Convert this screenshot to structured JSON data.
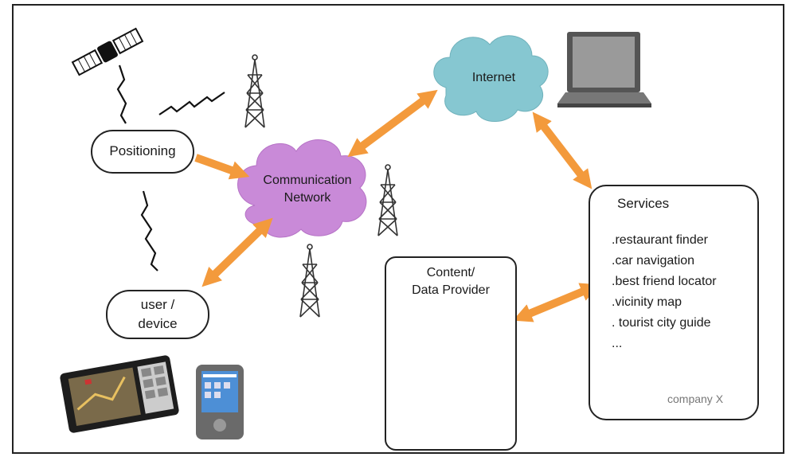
{
  "nodes": {
    "positioning": {
      "label": "Positioning"
    },
    "user_device": {
      "line1": "user /",
      "line2": "device"
    },
    "communication_network": {
      "line1": "Communication",
      "line2": "Network"
    },
    "internet": {
      "label": "Internet"
    },
    "content_provider": {
      "line1": "Content/",
      "line2": "Data Provider"
    },
    "services": {
      "title": "Services",
      "items": [
        ".restaurant finder",
        ".car navigation",
        ".best friend locator",
        ".vicinity map",
        ". tourist city guide",
        "..."
      ],
      "footer": "company X"
    }
  },
  "icons": [
    "satellite-icon",
    "antenna-tower-icon",
    "lightning-signal-icon",
    "laptop-icon",
    "car-navigation-device-icon",
    "pda-icon",
    "database-icon",
    "airplane-icon",
    "map-printer-icon",
    "document-stack-icon"
  ],
  "colors": {
    "arrow": "#f39a3c",
    "cloud_network": "#c98ad8",
    "cloud_internet": "#86c7d1",
    "provider_icons": "#f2d13c",
    "airplane_bg": "#2f8fd0"
  }
}
